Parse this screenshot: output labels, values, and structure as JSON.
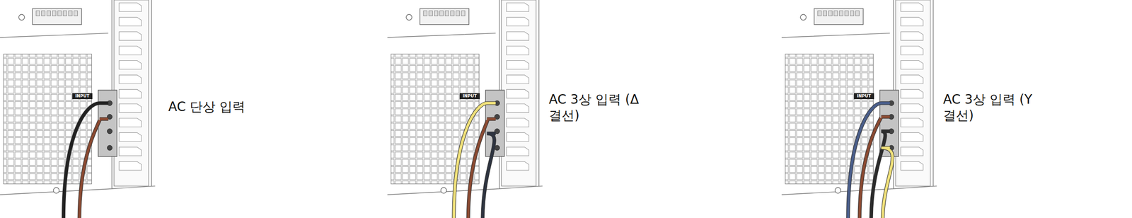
{
  "diagram": {
    "labels": [
      "INPUT",
      "AC 단상 입력",
      "INPUT",
      "AC 3상 입력 (Δ 결선)",
      "INPUT",
      "AC 3상 입력 (Y 결선)"
    ]
  }
}
